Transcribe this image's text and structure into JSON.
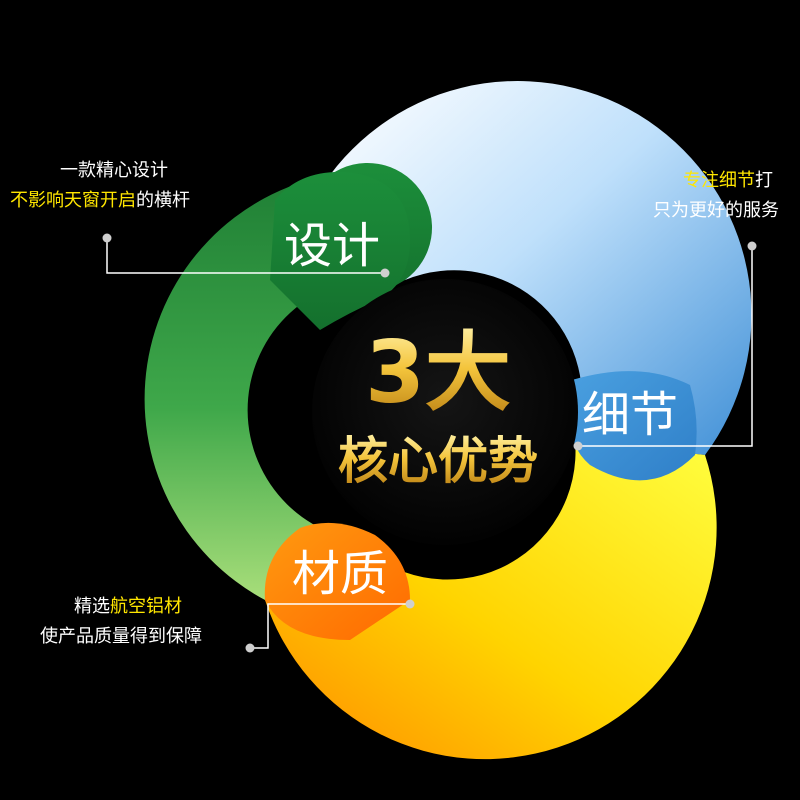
{
  "center": {
    "line1": "3大",
    "line2": "核心优势"
  },
  "segments": {
    "design": {
      "label": "设计"
    },
    "detail": {
      "label": "细节"
    },
    "material": {
      "label": "材质"
    }
  },
  "callouts": {
    "design": {
      "line1": "一款精心设计",
      "line2_highlight": "不影响天窗开启",
      "line2_rest": "的横杆"
    },
    "detail": {
      "line1_highlight": "专注细节",
      "line1_rest": "打",
      "line2": "只为更好的服务"
    },
    "material": {
      "line1_prefix": "精选",
      "line1_highlight": "航空铝材",
      "line2": "使产品质量得到保障"
    }
  },
  "colors": {
    "background": "#000000",
    "green": "#1e8a3a",
    "light_green": "#8fd36a",
    "blue": "#3f8fd6",
    "light_blue": "#cfe8ff",
    "yellow": "#ffe800",
    "orange": "#ff7a00",
    "gold": "#f3c53a",
    "highlight_text": "#ffe600"
  }
}
